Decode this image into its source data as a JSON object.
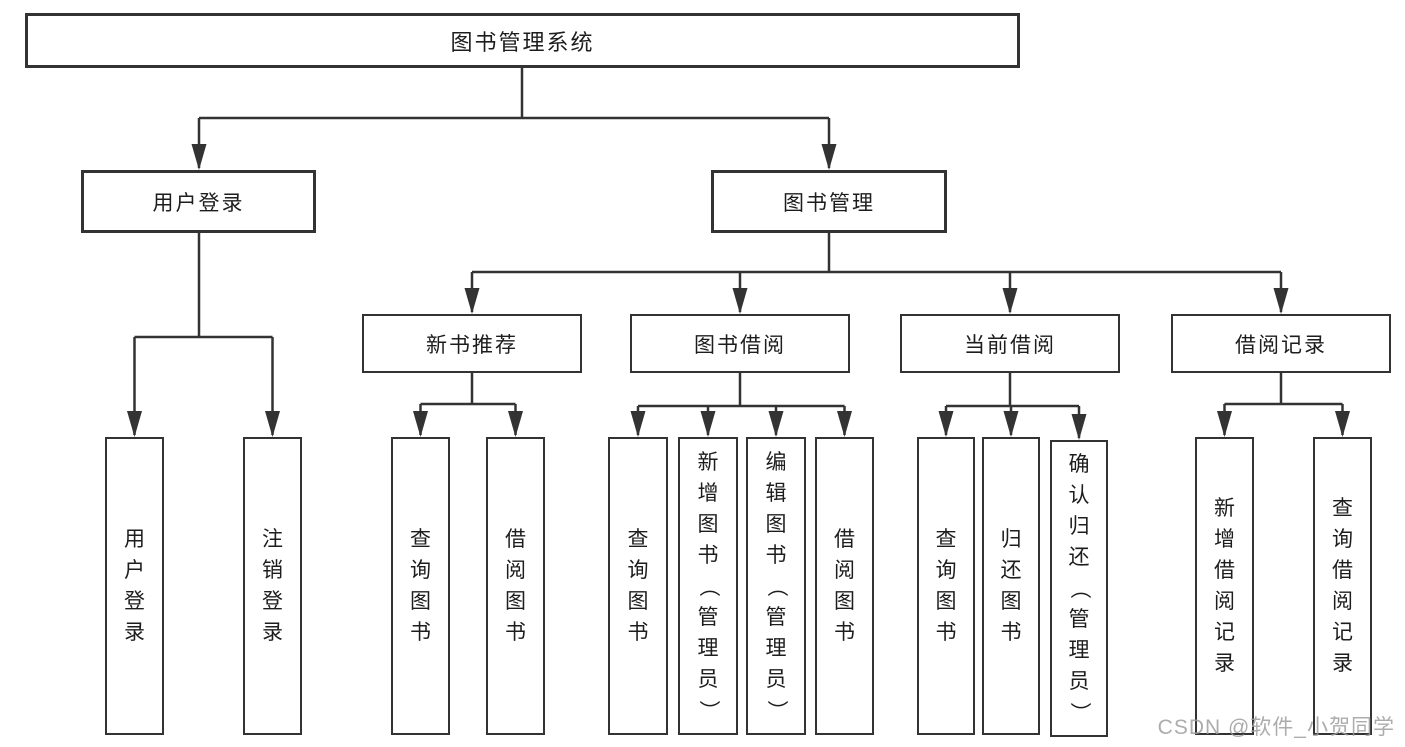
{
  "tree": {
    "root": "图书管理系统",
    "branches": [
      {
        "label": "用户登录",
        "children": [
          "用户登录",
          "注销登录"
        ]
      },
      {
        "label": "图书管理",
        "sections": [
          {
            "label": "新书推荐",
            "children": [
              "查询图书",
              "借阅图书"
            ]
          },
          {
            "label": "图书借阅",
            "children": [
              "查询图书",
              "新增图书（管理员）",
              "编辑图书（管理员）",
              "借阅图书"
            ]
          },
          {
            "label": "当前借阅",
            "children": [
              "查询图书",
              "归还图书",
              "确认归还（管理员）"
            ]
          },
          {
            "label": "借阅记录",
            "children": [
              "新增借阅记录",
              "查询借阅记录"
            ]
          }
        ]
      }
    ]
  },
  "watermark": "CSDN @软件_小贺同学",
  "colors": {
    "line": "#333333",
    "text": "#1d1d1d",
    "background": "#ffffff",
    "watermark": "#9e9e9e"
  }
}
